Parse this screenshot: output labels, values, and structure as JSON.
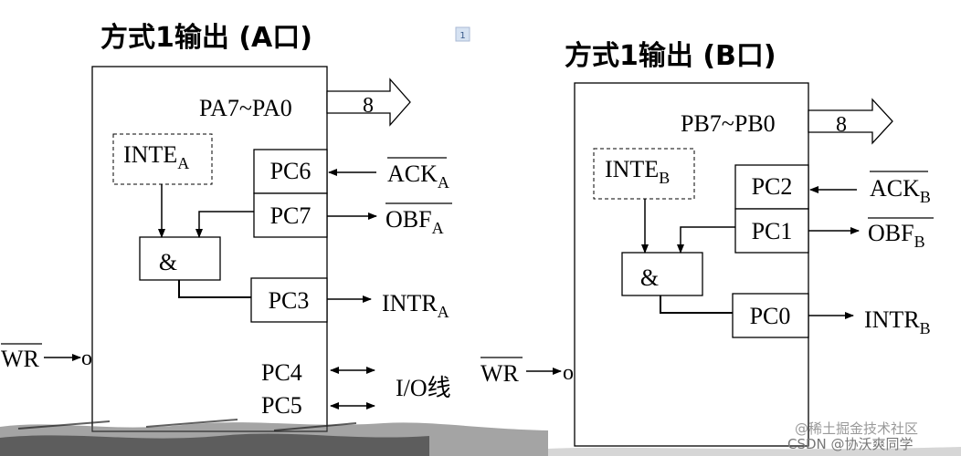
{
  "slide_number": "1",
  "port_a": {
    "title": "方式1输出 (A口)",
    "data_lines": "PA7~PA0",
    "bus_width": "8",
    "inte": "INTE",
    "inte_sub": "A",
    "ack_pin": "PC6",
    "obf_pin": "PC7",
    "intr_pin": "PC3",
    "and_gate": "&",
    "ack_signal": "ACK",
    "ack_sub": "A",
    "obf_signal": "OBF",
    "obf_sub": "A",
    "intr_signal": "INTR",
    "intr_sub": "A",
    "io_pin_1": "PC4",
    "io_pin_2": "PC5",
    "io_label": "I/O线",
    "wr_signal": "WR",
    "wr_bubble": "o"
  },
  "port_b": {
    "title": "方式1输出 (B口)",
    "data_lines": "PB7~PB0",
    "bus_width": "8",
    "inte": "INTE",
    "inte_sub": "B",
    "ack_pin": "PC2",
    "obf_pin": "PC1",
    "intr_pin": "PC0",
    "and_gate": "&",
    "ack_signal": "ACK",
    "ack_sub": "B",
    "obf_signal": "OBF",
    "obf_sub": "B",
    "intr_signal": "INTR",
    "intr_sub": "B",
    "wr_signal": "WR",
    "wr_bubble": "o"
  },
  "watermark": {
    "line1": "@稀土掘金技术社区",
    "line2": "CSDN @协沃爽同学"
  }
}
